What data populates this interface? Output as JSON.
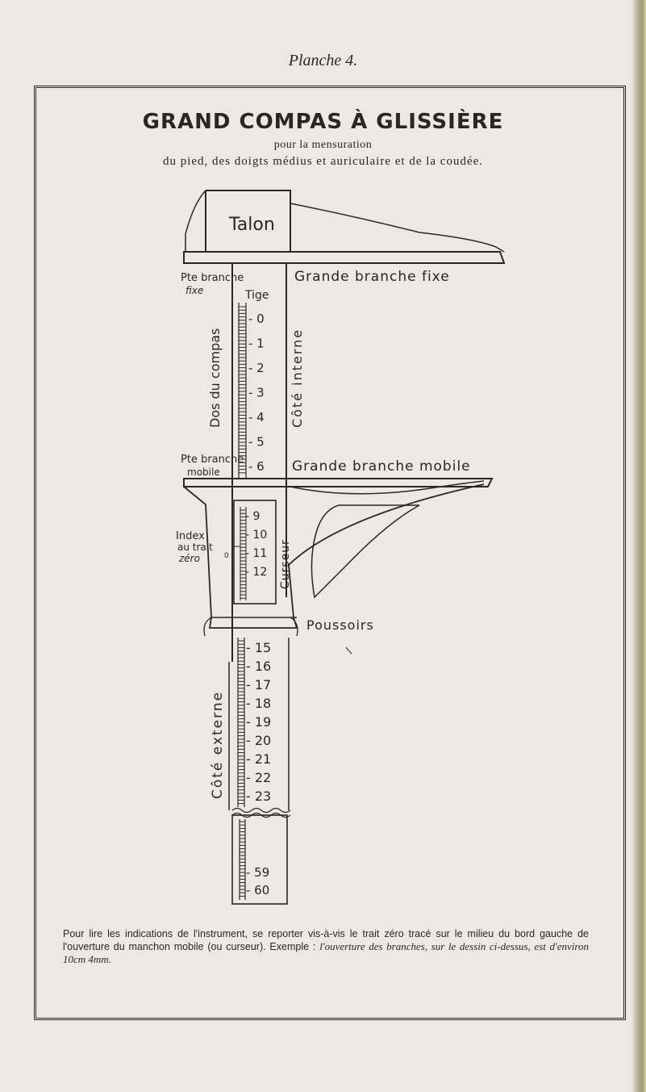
{
  "page": {
    "heading": "Planche 4."
  },
  "title": "GRAND COMPAS À GLISSIÈRE",
  "subtitle": "pour la mensuration",
  "subtitle2": "du pied, des doigts médius et auriculaire et de la coudée.",
  "labels": {
    "talon": "Talon",
    "pte_branche_fixe_1": "Pte branche",
    "pte_branche_fixe_2": "fixe",
    "dos_du_compas": "Dos du compas",
    "tige": "Tige",
    "pte_branche_mobile_1": "Pte branche",
    "pte_branche_mobile_2": "mobile",
    "grande_branche_fixe": "Grande branche fixe",
    "cote_interne": "Côté interne",
    "grande_branche_mobile": "Grande branche mobile",
    "index_1": "Index",
    "index_2": "au trait",
    "index_3": "zéro",
    "index_zero_mark": "0",
    "curseur": "Curseur",
    "poussoirs": "Poussoirs",
    "cote_externe": "Côté externe"
  },
  "scale": {
    "upper": [
      "0",
      "1",
      "2",
      "3",
      "4",
      "5",
      "6"
    ],
    "window": [
      "9",
      "10",
      "11",
      "12"
    ],
    "lower": [
      "15",
      "16",
      "17",
      "18",
      "19",
      "20",
      "21",
      "22",
      "23"
    ],
    "tail": [
      "59",
      "60"
    ]
  },
  "note": {
    "line_plain": "Pour lire les indications de l'instrument, se reporter vis-à-vis le trait zéro tracé sur le milieu du bord gauche de l'ouverture du manchon mobile (ou curseur). Exemple :",
    "line_italic": "l'ouverture des branches, sur le dessin ci-dessus, est d'environ",
    "value": "10cm 4mm."
  }
}
